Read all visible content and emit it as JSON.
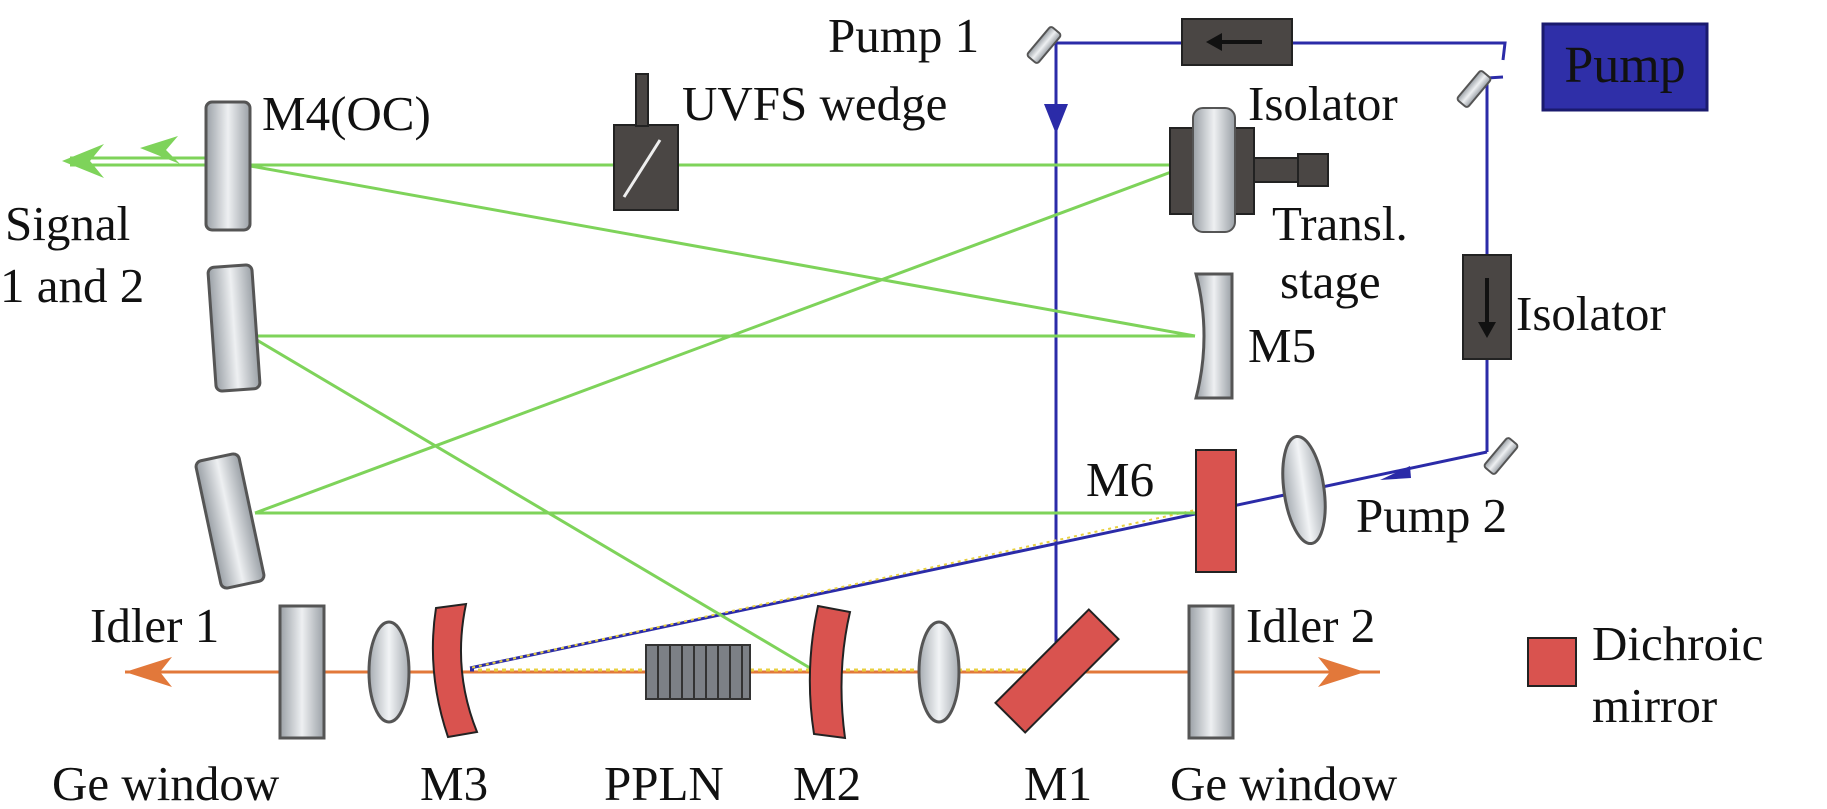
{
  "labels": {
    "pump1": "Pump 1",
    "uvfs_wedge": "UVFS wedge",
    "pump": "Pump",
    "isolator_top": "Isolator",
    "m4oc": "M4(OC)",
    "signal_l1": "Signal",
    "signal_l2": "1 and 2",
    "transl_l1": "Transl.",
    "transl_l2": "stage",
    "isolator_right": "Isolator",
    "m5": "M5",
    "m6": "M6",
    "pump2": "Pump 2",
    "idler1": "Idler 1",
    "idler2": "Idler 2",
    "dichroic_l1": "Dichroic",
    "dichroic_l2": "mirror",
    "ge_window_left": "Ge window",
    "m3": "M3",
    "ppln": "PPLN",
    "m2": "M2",
    "m1": "M1",
    "ge_window_right": "Ge window"
  },
  "colors": {
    "pump_beam": "#2b2ba8",
    "signal_beam": "#7ed35a",
    "idler_beam": "#e2783a",
    "dichroic": "#d9534f",
    "pump_box": "#2f2fa8",
    "optic_gray": "#cfd3d8",
    "device_dark": "#4a4644"
  }
}
